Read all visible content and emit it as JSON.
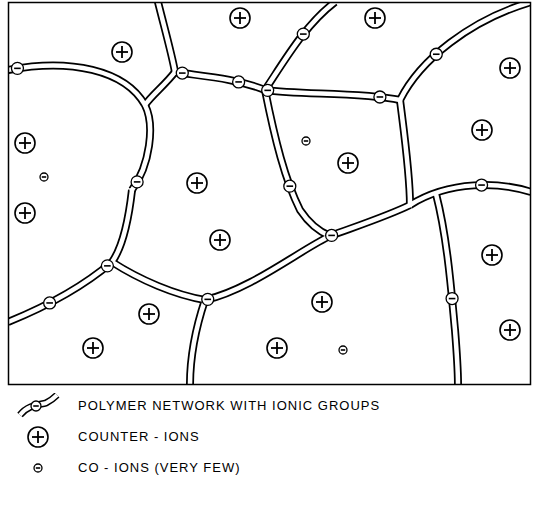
{
  "diagram": {
    "legend": [
      {
        "text": "POLYMER NETWORK WITH IONIC GROUPS"
      },
      {
        "text": "COUNTER - IONS"
      },
      {
        "text": "CO - IONS (VERY FEW)"
      }
    ]
  }
}
